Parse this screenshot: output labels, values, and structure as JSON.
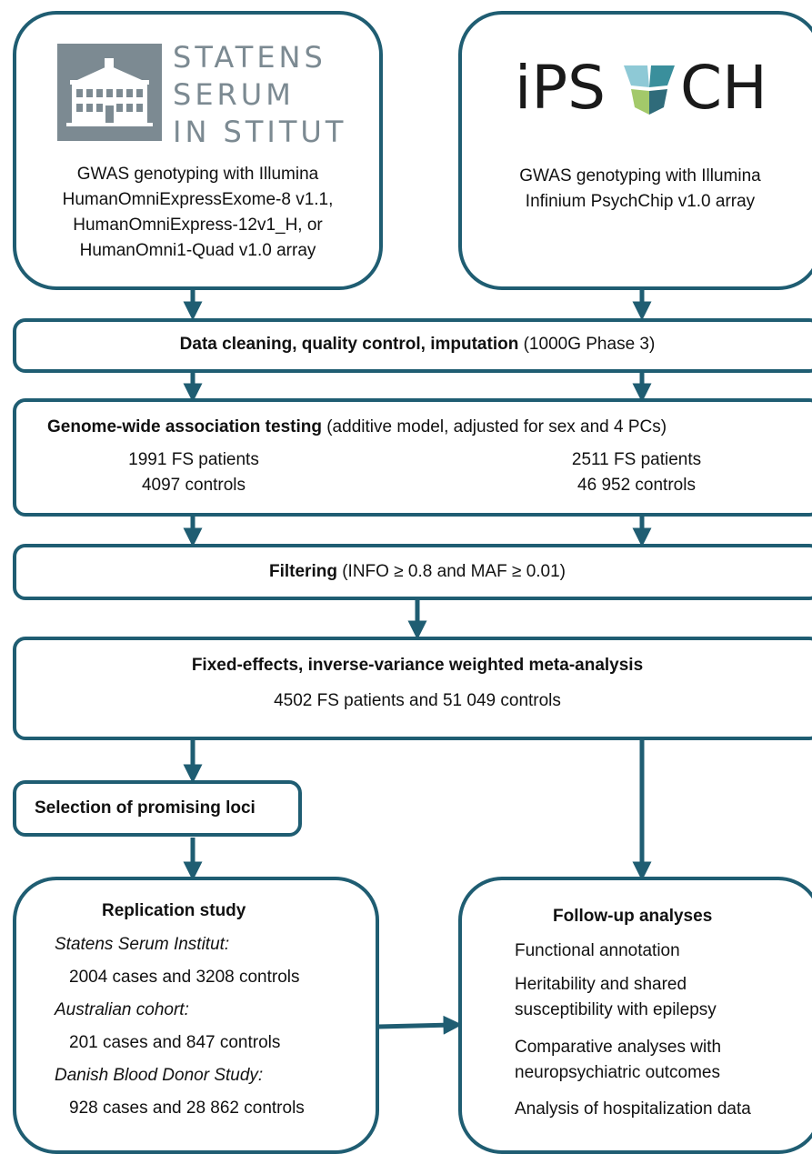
{
  "ssi": {
    "logo_lines": [
      "STATENS",
      "SERUM",
      "IN STITUT"
    ],
    "lines": [
      "GWAS genotyping with Illumina",
      "HumanOmniExpressExome-8 v1.1,",
      "HumanOmniExpress-12v1_H, or",
      "HumanOmni1-Quad v1.0 array"
    ]
  },
  "ipsych": {
    "logo_left": "iPS",
    "logo_right": "CH",
    "lines": [
      "GWAS genotyping with Illumina",
      "Infinium PsychChip v1.0 array"
    ]
  },
  "cleaning": {
    "bold": "Data cleaning, quality control, imputation",
    "rest": " (1000G Phase 3)"
  },
  "gwas": {
    "bold": "Genome-wide association testing",
    "rest": " (additive model, adjusted for sex and 4 PCs)",
    "left_cases": "1991 FS patients",
    "left_controls": "4097 controls",
    "right_cases": "2511 FS patients",
    "right_controls": "46 952 controls"
  },
  "filtering": {
    "bold": "Filtering",
    "rest": " (INFO ≥ 0.8 and MAF ≥ 0.01)"
  },
  "meta": {
    "title": "Fixed-effects, inverse-variance weighted meta-analysis",
    "subtitle": "4502 FS patients and 51 049 controls"
  },
  "selection": {
    "title": "Selection of promising loci"
  },
  "replication": {
    "title": "Replication study",
    "c1_name": "Statens Serum Institut:",
    "c1_val": "2004 cases and 3208 controls",
    "c2_name": "Australian cohort:",
    "c2_val": "201 cases and 847 controls",
    "c3_name": "Danish Blood Donor Study:",
    "c3_val": "928 cases and 28 862 controls"
  },
  "followup": {
    "title": "Follow-up analyses",
    "items": [
      "Functional annotation",
      "Heritability and shared",
      "susceptibility with epilepsy",
      "Comparative analyses with",
      "neuropsychiatric outcomes",
      "Analysis of hospitalization data"
    ]
  },
  "colors": {
    "border": "#1f5d72",
    "logo_gray": "#7c8a92"
  }
}
